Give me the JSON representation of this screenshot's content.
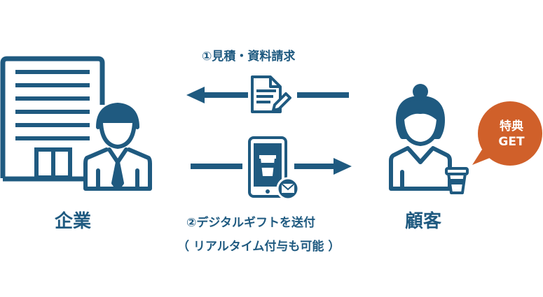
{
  "actors": {
    "company": {
      "label": "企業",
      "icon": "office-building-with-person-icon"
    },
    "customer": {
      "label": "顧客",
      "icon": "customer-with-coffee-icon"
    }
  },
  "flows": [
    {
      "label": "①見積・資料請求",
      "direction": "customer-to-company",
      "icon": "document-pen-icon"
    },
    {
      "label": "②デジタルギフトを送付",
      "sublabel": "（ リアルタイム付与も可能 ）",
      "direction": "company-to-customer",
      "icon": "smartphone-gift-mail-icon"
    }
  ],
  "badge": {
    "line1": "特典",
    "line2": "GET",
    "color": "#d0602a"
  },
  "colors": {
    "primary": "#1f5a80",
    "accent": "#d0602a"
  }
}
